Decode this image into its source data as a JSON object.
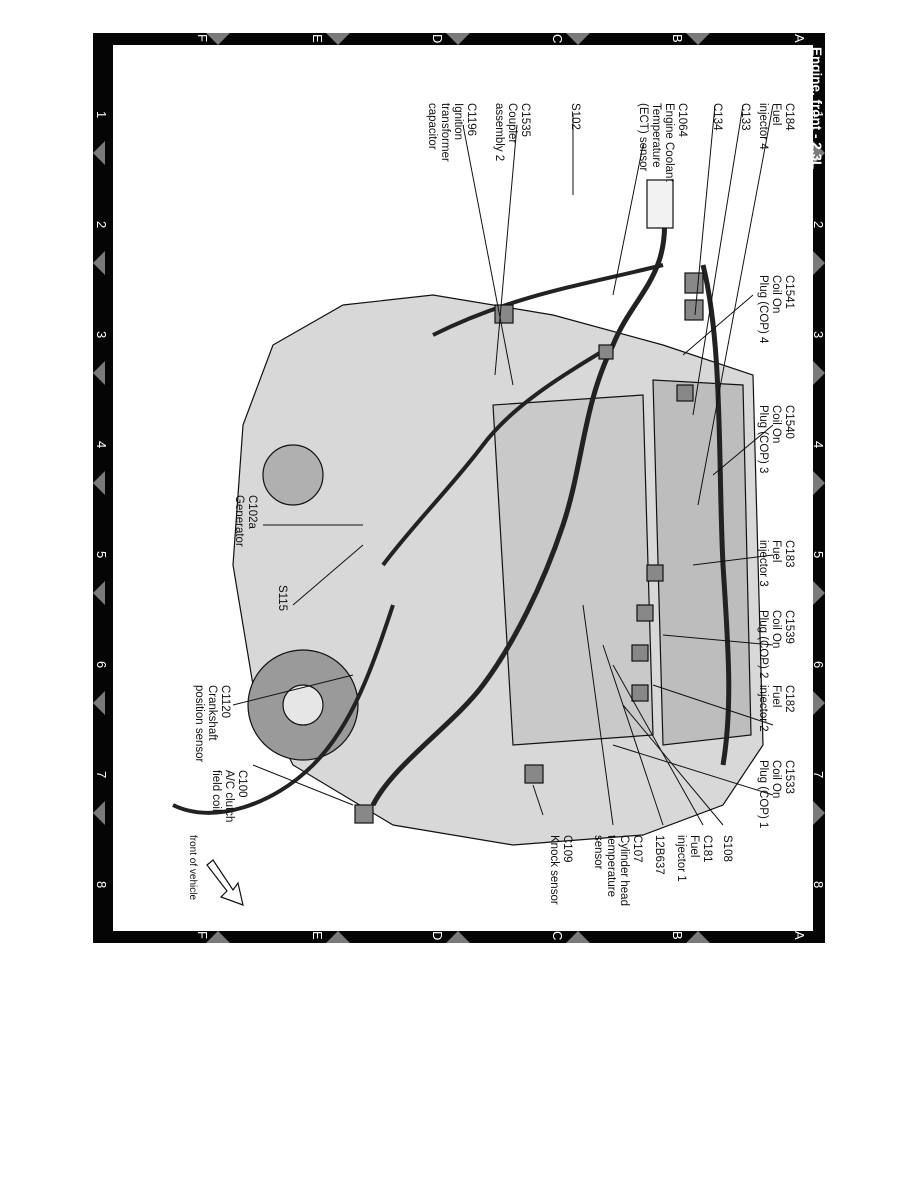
{
  "title": "Engine, front - 2.3L",
  "grid": {
    "columns": [
      "1",
      "2",
      "3",
      "4",
      "5",
      "6",
      "7",
      "8"
    ],
    "rows": [
      "A",
      "B",
      "C",
      "D",
      "E",
      "F"
    ]
  },
  "labels": {
    "c184": "C184\nFuel\ninjector 4",
    "c133": "C133",
    "c134": "C134",
    "c1064": "C1064\nEngine Coolant\nTemperature\n(ECT) sensor",
    "s102": "S102",
    "c1535": "C1535\nCoupler\nassembly 2",
    "c1196": "C1196\nIgnition\ntransformer\ncapacitor",
    "c1541": "C1541\nCoil On\nPlug (COP) 4",
    "c1540": "C1540\nCoil On\nPlug (COP) 3",
    "c183": "C183\nFuel\ninjector 3",
    "c1539": "C1539\nCoil On\nPlug (COP) 2",
    "c182": "C182\nFuel\ninjector 2",
    "c1533": "C1533\nCoil On\nPlug (COP) 1",
    "c102a": "C102a\nGenerator",
    "s115": "S115",
    "s108": "S108",
    "c181": "C181\nFuel\ninjector 1",
    "n12b637": "12B637",
    "c107": "C107\nCylinder head\ntemperature\nsensor",
    "c109": "C109\nKnock sensor",
    "c1120": "C1120\nCrankshaft\nposition sensor",
    "c100": "C100\nA/C clutch\nfield coil",
    "front": "front of vehicle"
  }
}
